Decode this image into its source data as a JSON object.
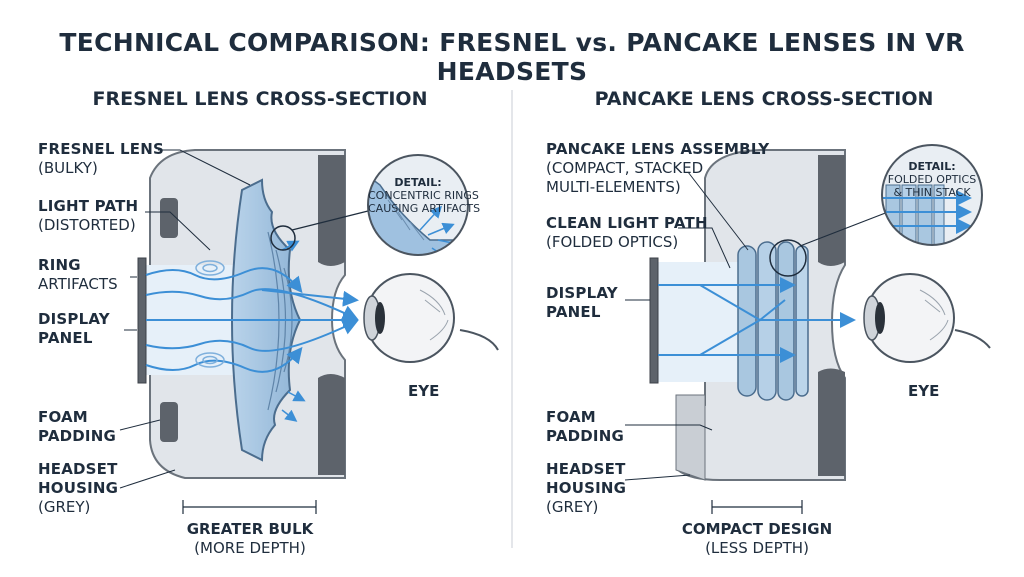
{
  "title": "TECHNICAL COMPARISON: FRESNEL vs. PANCAKE LENSES IN VR HEADSETS",
  "fresnel": {
    "heading": "FRESNEL LENS CROSS-SECTION",
    "labels": {
      "lens": {
        "main": "FRESNEL LENS",
        "sub": "(BULKY)"
      },
      "light": {
        "main": "LIGHT PATH",
        "sub": "(DISTORTED)"
      },
      "ring": {
        "main": "RING",
        "sub": "ARTIFACTS"
      },
      "display": {
        "main": "DISPLAY",
        "sub": "PANEL"
      },
      "foam": {
        "main": "FOAM",
        "sub": "PADDING"
      },
      "housing": {
        "main": "HEADSET",
        "main2": "HOUSING",
        "sub": "(GREY)"
      }
    },
    "detail": {
      "title": "DETAIL:",
      "line1": "CONCENTRIC RINGS",
      "line2": "CAUSING ARTIFACTS"
    },
    "eye": "EYE",
    "caption": {
      "main": "GREATER BULK",
      "sub": "(MORE DEPTH)"
    }
  },
  "pancake": {
    "heading": "PANCAKE LENS CROSS-SECTION",
    "labels": {
      "assembly": {
        "main": "PANCAKE LENS ASSEMBLY",
        "sub1": "(COMPACT, STACKED",
        "sub2": "MULTI-ELEMENTS)"
      },
      "light": {
        "main": "CLEAN LIGHT PATH",
        "sub": "(FOLDED OPTICS)"
      },
      "display": {
        "main": "DISPLAY",
        "sub": "PANEL"
      },
      "foam": {
        "main": "FOAM",
        "sub": "PADDING"
      },
      "housing": {
        "main": "HEADSET",
        "main2": "HOUSING",
        "sub": "(GREY)"
      }
    },
    "detail": {
      "title": "DETAIL:",
      "line1": "FOLDED OPTICS",
      "line2": "& THIN STACK"
    },
    "eye": "EYE",
    "caption": {
      "main": "COMPACT DESIGN",
      "sub": "(LESS DEPTH)"
    }
  },
  "colors": {
    "ink": "#1f2d3d",
    "housing": "#dfe3e8",
    "foam": "#5d636b",
    "lens": "#a9c7e0",
    "light": "#3c8fd6",
    "beam": "#cfe3f4"
  }
}
